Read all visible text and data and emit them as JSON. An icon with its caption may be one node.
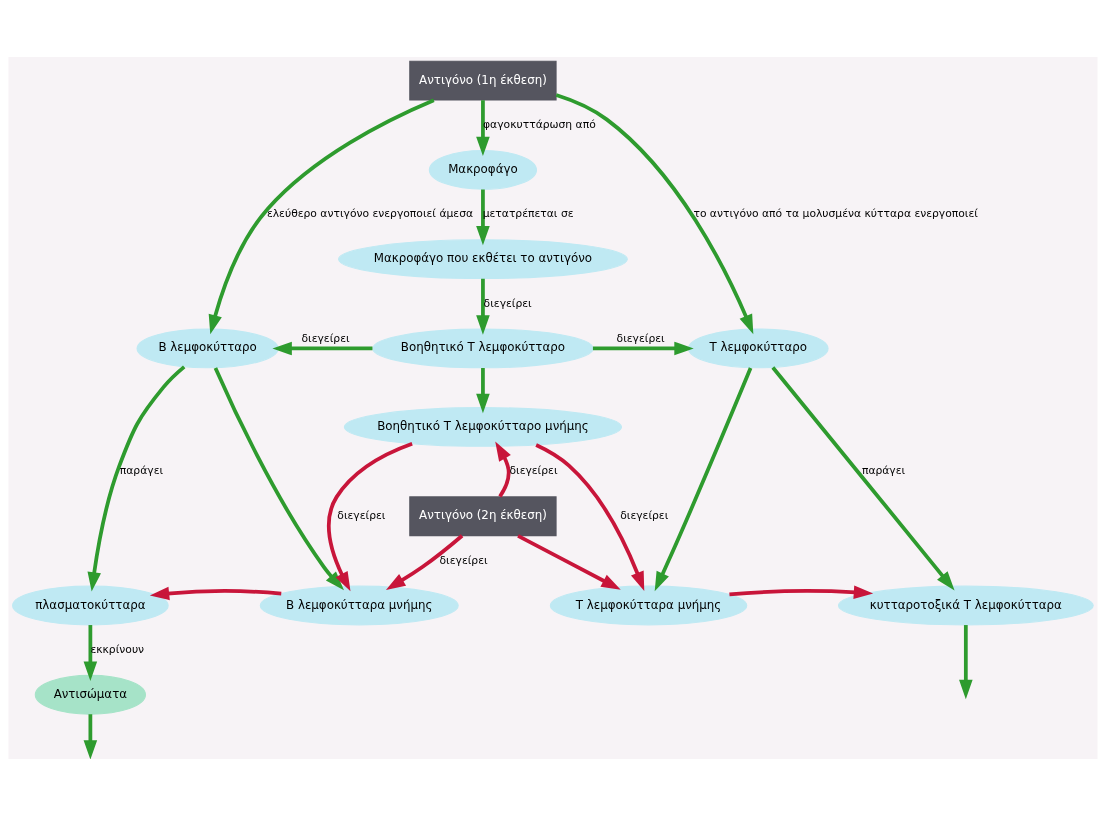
{
  "diagram": {
    "nodes": [
      {
        "text": [
          "Αντιγόνο (1η έκθεση)"
        ]
      },
      {
        "text": [
          "Μακροφάγο"
        ]
      },
      {
        "text": [
          "Μακροφάγο που εκθέτει το αντιγόνο"
        ]
      },
      {
        "text": [
          "Β λεμφοκύτταρο"
        ]
      },
      {
        "text": [
          "Βοηθητικό Τ λεμφοκύτταρο"
        ]
      },
      {
        "text": [
          "Τ λεμφοκύτταρο"
        ]
      },
      {
        "text": [
          "Βοηθητικό Τ λεμφοκύτταρο μνήμης"
        ]
      },
      {
        "text": [
          "Αντιγόνο (2η έκθεση)"
        ]
      },
      {
        "text": [
          "πλασματοκύτταρα"
        ]
      },
      {
        "text": [
          "Β λεμφοκύτταρα μνήμης"
        ]
      },
      {
        "text": [
          "Τ λεμφοκύτταρα μνήμης"
        ]
      },
      {
        "text": [
          "κυτταροτοξικά Τ λεμφοκύτταρα"
        ]
      },
      {
        "text": [
          "Αντισώματα"
        ]
      }
    ],
    "edges": [
      {
        "from": 0,
        "to": 1,
        "arrow": "to",
        "label": "φαγοκυττάρωση από"
      },
      {
        "from": 1,
        "to": 2,
        "arrow": "to",
        "label": "μετατρέπεται σε"
      },
      {
        "from": 2,
        "to": 4,
        "arrow": "to",
        "label": "διεγείρει"
      },
      {
        "from": 0,
        "to": 3,
        "arrow": "to",
        "label": "ελεύθερο αντιγόνο ενεργοποιεί άμεσα"
      },
      {
        "from": 0,
        "to": 5,
        "arrow": "to",
        "label": "το αντιγόνο από τα μολυσμένα κύτταρα ενεργοποιεί"
      },
      {
        "from": 4,
        "to": 3,
        "arrow": "to",
        "label": "διεγείρει"
      },
      {
        "from": 4,
        "to": 5,
        "arrow": "to",
        "label": "διεγείρει"
      },
      {
        "from": 4,
        "to": 6,
        "arrow": "to"
      },
      {
        "from": 3,
        "to": 8,
        "arrow": "to",
        "label": "παράγει"
      },
      {
        "from": 3,
        "to": 9,
        "arrow": "to"
      },
      {
        "from": 5,
        "to": 10,
        "arrow": "to"
      },
      {
        "from": 5,
        "to": 11,
        "arrow": "to",
        "label": "παράγει"
      },
      {
        "from": 6,
        "to": 9,
        "arrow": "to",
        "label": "διεγείρει",
        "color": "#c8153a"
      },
      {
        "from": 6,
        "to": 10,
        "arrow": "to",
        "label": "διεγείρει",
        "color": "#c8153a"
      },
      {
        "from": 7,
        "to": 6,
        "arrow": "to",
        "label": "διεγείρει",
        "color": "#c8153a"
      },
      {
        "from": 7,
        "to": 9,
        "arrow": "to",
        "label": "διεγείρει",
        "color": "#c8153a"
      },
      {
        "from": 7,
        "to": 10,
        "arrow": "to",
        "color": "#c8153a"
      },
      {
        "from": 9,
        "to": 8,
        "arrow": "to",
        "color": "#c8153a"
      },
      {
        "from": 10,
        "to": 11,
        "arrow": "to",
        "color": "#c8153a"
      },
      {
        "from": 8,
        "to": 12,
        "arrow": "to",
        "label": "εκκρίνουν"
      },
      {
        "from": 12,
        "to": null,
        "arrow": "to"
      },
      {
        "from": 11,
        "to": null,
        "arrow": "to"
      }
    ]
  }
}
